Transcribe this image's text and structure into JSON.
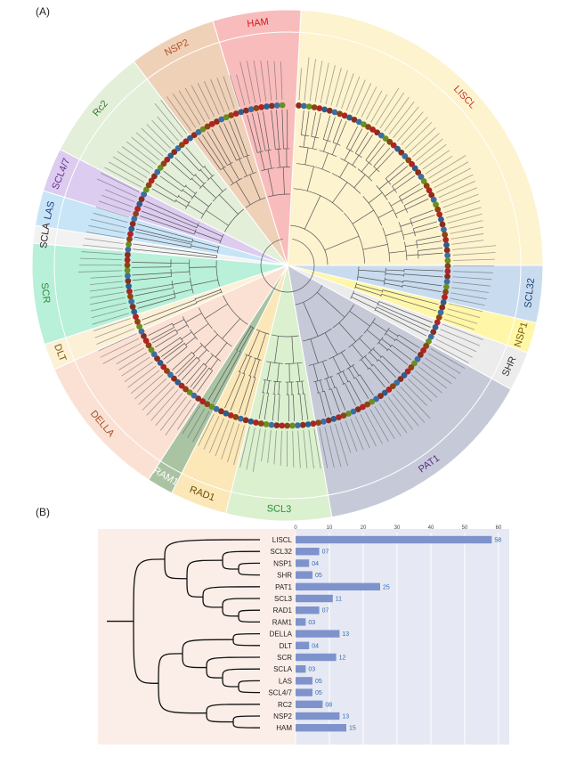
{
  "panel_a": {
    "label": "(A)",
    "clades": [
      {
        "name": "LISCL",
        "color": "#fdf3cf",
        "text_color": "#c0392b"
      },
      {
        "name": "SCL32",
        "color": "#c9dcef",
        "text_color": "#1f3f7a"
      },
      {
        "name": "NSP1",
        "color": "#fff6a8",
        "text_color": "#7a5a00"
      },
      {
        "name": "SHR",
        "color": "#ececec",
        "text_color": "#333333"
      },
      {
        "name": "PAT1",
        "color": "#c6cad8",
        "text_color": "#5b2c8a"
      },
      {
        "name": "SCL3",
        "color": "#daf0cf",
        "text_color": "#2e8b3a"
      },
      {
        "name": "RAD1",
        "color": "#fbe7b8",
        "text_color": "#6b4a00"
      },
      {
        "name": "RAM1",
        "color": "#a9c3a3",
        "text_color": "#ffffff"
      },
      {
        "name": "DELLA",
        "color": "#fbe1d4",
        "text_color": "#a0522d"
      },
      {
        "name": "DLT",
        "color": "#fcf0d6",
        "text_color": "#7a5a00"
      },
      {
        "name": "SCR",
        "color": "#b8f0d9",
        "text_color": "#2e8b3a"
      },
      {
        "name": "SCLA",
        "color": "#f2f2f2",
        "text_color": "#222222"
      },
      {
        "name": "LAS",
        "color": "#c8e4f7",
        "text_color": "#1f3f7a"
      },
      {
        "name": "SCL4/7",
        "color": "#dcccf0",
        "text_color": "#6a2c8f"
      },
      {
        "name": "Rc2",
        "color": "#e4efd9",
        "text_color": "#2e7d32"
      },
      {
        "name": "NSP2",
        "color": "#efd1b8",
        "text_color": "#b5522b"
      },
      {
        "name": "HAM",
        "color": "#f9bcbc",
        "text_color": "#d11a1a"
      }
    ]
  },
  "panel_b": {
    "label": "(B)",
    "chart_data": {
      "type": "bar",
      "orientation": "horizontal",
      "categories": [
        "LISCL",
        "SCL32",
        "NSP1",
        "SHR",
        "PAT1",
        "SCL3",
        "RAD1",
        "RAM1",
        "DELLA",
        "DLT",
        "SCR",
        "SCLA",
        "LAS",
        "SCL4/7",
        "RC2",
        "NSP2",
        "HAM"
      ],
      "values": [
        58,
        7,
        4,
        5,
        25,
        11,
        7,
        3,
        13,
        4,
        12,
        3,
        5,
        5,
        8,
        13,
        15
      ],
      "value_labels": [
        "58",
        "07",
        "04",
        "05",
        "25",
        "11",
        "07",
        "03",
        "13",
        "04",
        "12",
        "03",
        "05",
        "05",
        "08",
        "13",
        "15"
      ],
      "xticks": [
        "0",
        "10",
        "20",
        "30",
        "40",
        "50",
        "60"
      ],
      "xlim": [
        0,
        60
      ],
      "bar_color": "#7e93cc",
      "label_color": "#2e6fb0",
      "plot_bg": "#e6e8f3",
      "tree_bg": "#fbeee8",
      "grid": true
    }
  }
}
